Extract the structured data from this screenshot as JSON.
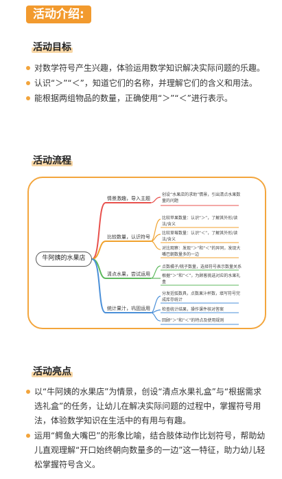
{
  "banner": "活动介绍:",
  "goals": {
    "title": "活动目标",
    "items": [
      "对数学符号产生兴趣，体验运用数学知识解决实际问题的乐趣。",
      "认识“＞”“＜”，知道它们的名称，并理解它们的含义和用法。",
      "能根据两组物品的数量，正确使用“＞”“＜”进行表示。"
    ]
  },
  "flow": {
    "title": "活动流程",
    "root": "牛阿姨的水果店",
    "branches": [
      {
        "label": "情景激趣，导入主题",
        "color": "#e8504c",
        "leaves": [
          "创设“水果店的求助”情景，引出清点水果数量的问题"
        ]
      },
      {
        "label": "比较数量，认识符号",
        "color": "#f0a12c",
        "leaves": [
          "比较苹果数量：认识“＞”，了解其外形/读法/含义",
          "比较草莓数量：认识“＜”，了解其外形/读法/含义",
          "对比观察：发现“＞”和“＜”的异同，发现大嘴巴朝数量多的一边"
        ]
      },
      {
        "label": "清点水果，尝试运用",
        "color": "#5cb85c",
        "leaves": [
          "点数橘子/桃子数量，选择符号表示数量关系",
          "根据“＞”和“＜”，为顾客挑选对应的水果礼盒"
        ]
      },
      {
        "label": "统计果汁，巩固运用",
        "color": "#4a8fd8",
        "leaves": [
          "分发括弧数具，点数果汁杯数，填写符号完成库存统计",
          "检查统计结果，操作课件核对答案",
          "回顾“＞”和“＜”的特点及使用规则"
        ]
      }
    ]
  },
  "highlights": {
    "title": "活动亮点",
    "items": [
      "以“牛阿姨的水果店”为情景，创设“清点水果礼盒”与“根据需求选礼盒”的任务，让幼儿在解决实际问题的过程中，掌握符号用法，体验数学知识在生活中的有用与有趣。",
      "运用“鳄鱼大嘴巴”的形象比喻，结合肢体动作比划符号，帮助幼儿直观理解“开口始终朝向数量多的一边”这一特征，助力幼儿轻松掌握符号含义。"
    ]
  }
}
